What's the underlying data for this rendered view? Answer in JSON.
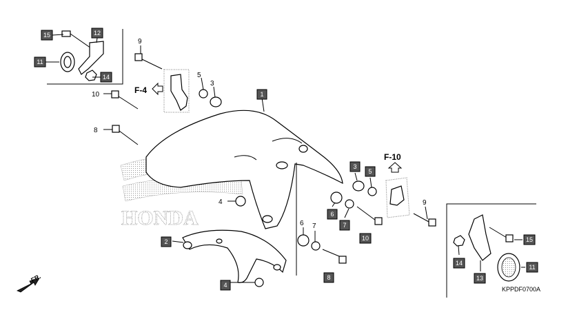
{
  "labels": {
    "p1": "1",
    "p2": "2",
    "p3": "3",
    "p4": "4",
    "p5": "5",
    "p6": "6",
    "p7": "7",
    "p8": "8",
    "p9": "9",
    "p10": "10",
    "p11": "11",
    "p12": "12",
    "p13": "13",
    "p14": "14",
    "p15": "15"
  },
  "refs": {
    "f4": "F-4",
    "f10": "F-10"
  },
  "direction": {
    "front": "FR."
  },
  "watermark": {
    "brand": "HONDA"
  },
  "footer": {
    "code": "KPPDF0700A"
  }
}
